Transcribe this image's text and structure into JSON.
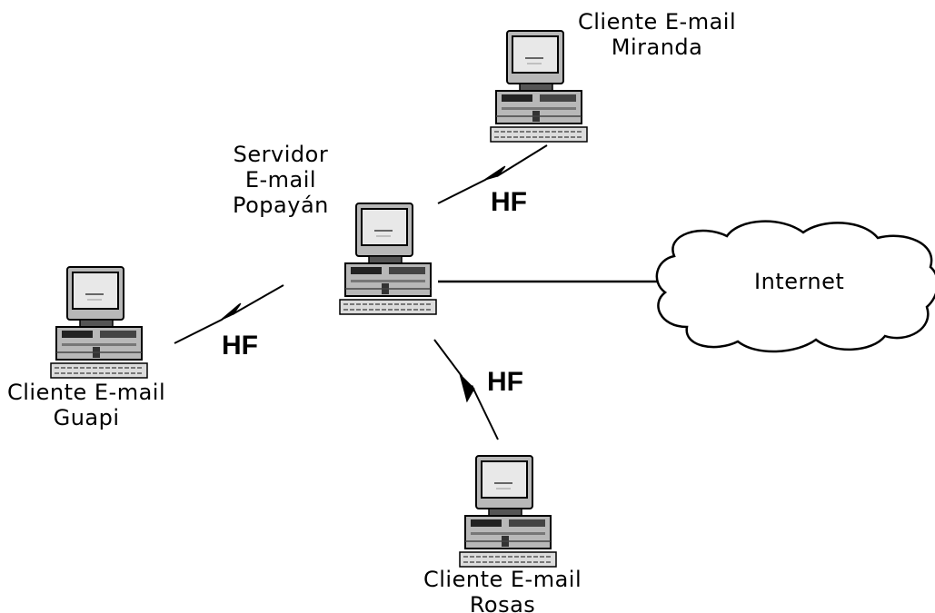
{
  "nodes": {
    "server": {
      "line1": "Servidor",
      "line2": "E-mail",
      "line3": "Popayán"
    },
    "miranda": {
      "line1": "Cliente E-mail",
      "line2": "Miranda"
    },
    "guapi": {
      "line1": "Cliente E-mail",
      "line2": "Guapi"
    },
    "rosas": {
      "line1": "Cliente E-mail",
      "line2": "Rosas"
    },
    "internet": {
      "label": "Internet"
    }
  },
  "links": {
    "miranda": "HF",
    "guapi": "HF",
    "rosas": "HF"
  },
  "colors": {
    "ink": "#000000",
    "screen": "#e8e8e8",
    "case": "#b8b8b8",
    "background": "#ffffff"
  }
}
